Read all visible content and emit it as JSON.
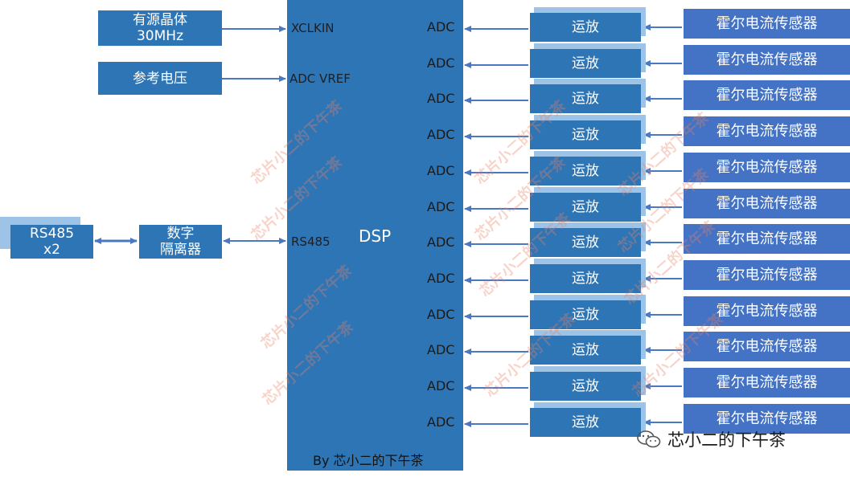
{
  "left": {
    "crystal": [
      "有源晶体",
      "30MHz"
    ],
    "vref": "参考电压",
    "rs485": [
      "RS485",
      "x2"
    ],
    "isolator": [
      "数字",
      "隔离器"
    ]
  },
  "dsp": {
    "title": "DSP",
    "footer": "By 芯小二的下午茶",
    "pins": {
      "xclkin": "XCLKIN",
      "adc_vref": "ADC VREF",
      "rs485": "RS485"
    },
    "adc_label": "ADC",
    "adc_count": 12
  },
  "opamp_label": "运放",
  "sensor_label": "霍尔电流传感器",
  "brand": "芯小二的下午茶",
  "watermark": "芯片小二的下午茶",
  "colors": {
    "block": "#2e75b6",
    "sensor": "#4472c4",
    "shadow": "#9dc3e6",
    "arrow": "#4a78c2"
  }
}
